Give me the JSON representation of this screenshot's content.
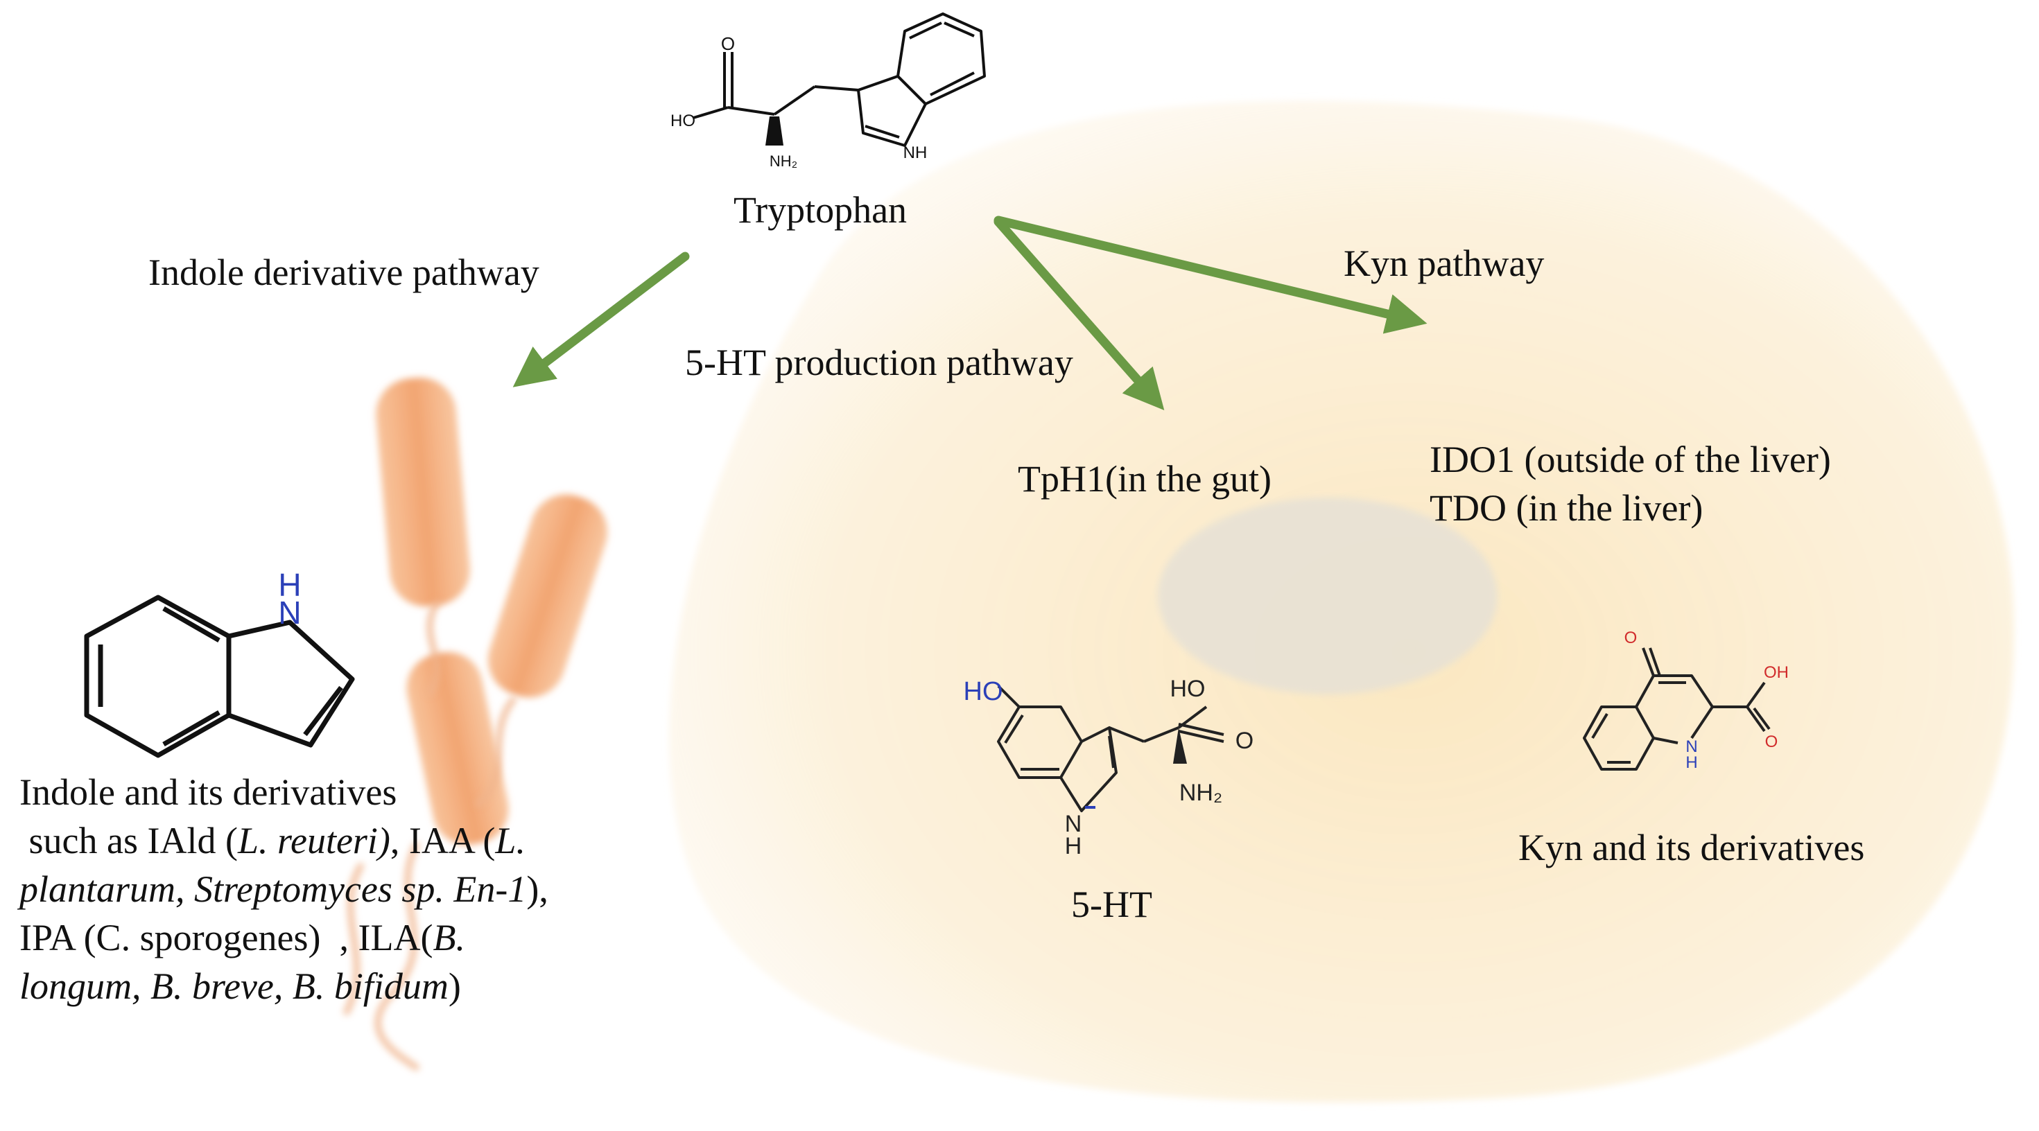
{
  "colors": {
    "arrow": "#6a9a45",
    "cell_fill": "#fbeccb",
    "nucleus_fill": "#e9e4d8",
    "bacteria_fill": "#f2a06a",
    "nitrogen_label": "#2b40b8",
    "oxygen_label": "#d12c2c"
  },
  "icons": [
    "host-cell",
    "nucleus",
    "bacteria",
    "tryptophan-structure",
    "indole-structure",
    "serotonin-structure",
    "kynurenic-acid-structure"
  ],
  "labels": {
    "tryptophan": "Tryptophan",
    "indole_pathway": "Indole derivative pathway",
    "kyn_pathway": "Kyn pathway",
    "ht_pathway": "5-HT production pathway",
    "tph1": "TpH1(in the gut)",
    "ido1": "IDO1  (outside of the liver)",
    "tdo": "TDO  (in the liver)",
    "ht": "5-HT",
    "kyn_derivatives": "Kyn and its derivatives"
  },
  "indole_text": {
    "line1": "Indole and its derivatives",
    "line2_a": " such as IAld (",
    "line2_b": "L. reuteri)",
    "line2_c": ", IAA (",
    "line2_d": "L.",
    "line3_a": "plantarum, Streptomyces sp. En-1",
    "line3_b": "),",
    "line4_a": "IPA (C. sporogenes)  , ILA(",
    "line4_b": "B.",
    "line5_a": "longum, B. breve, B. bifidum",
    "line5_b": ")"
  },
  "atoms": {
    "trp_o": "O",
    "trp_ho": "HO",
    "trp_nh2": "NH₂",
    "trp_nh": "NH",
    "indole_h": "H",
    "indole_n": "N",
    "ht_ho1": "HO",
    "ht_ho2": "HO",
    "ht_o": "O",
    "ht_nh2": "NH₂",
    "ht_n": "N",
    "ht_h": "H",
    "kyn_o": "O",
    "kyn_oh": "OH",
    "kyn_o2": "O",
    "kyn_n": "N",
    "kyn_h": "H"
  }
}
